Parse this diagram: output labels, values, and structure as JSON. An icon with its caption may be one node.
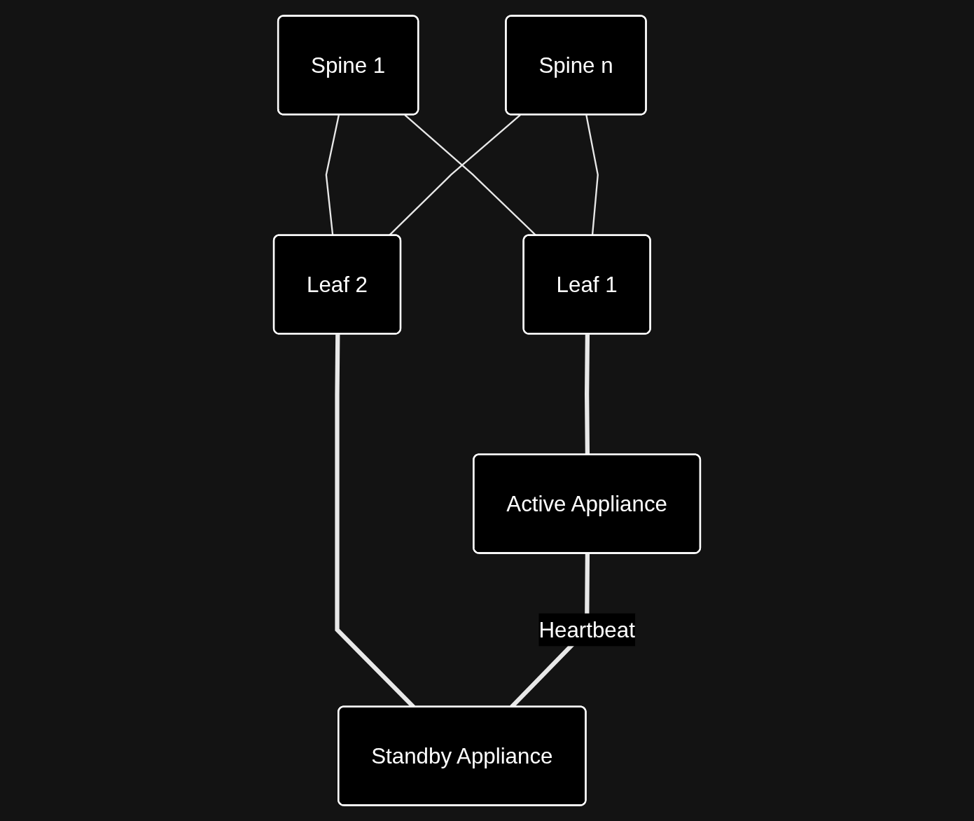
{
  "diagram": {
    "nodes": [
      {
        "text": [
          "Spine 1"
        ]
      },
      {
        "text": [
          "Spine n"
        ]
      },
      {
        "text": [
          "Leaf 1"
        ]
      },
      {
        "text": [
          "Leaf 2"
        ]
      },
      {
        "text": [
          "Active Appliance"
        ]
      },
      {
        "text": [
          "Standby Appliance"
        ]
      }
    ],
    "edges": [
      {
        "from": 0,
        "to": 2,
        "arrow": "none"
      },
      {
        "from": 0,
        "to": 3,
        "arrow": "none"
      },
      {
        "from": 1,
        "to": 2,
        "arrow": "none"
      },
      {
        "from": 1,
        "to": 3,
        "arrow": "none"
      },
      {
        "from": 2,
        "to": 4,
        "arrow": "none",
        "style": "thick"
      },
      {
        "from": 3,
        "to": 5,
        "arrow": "none",
        "style": "thick"
      },
      {
        "from": 4,
        "to": 5,
        "arrow": "none",
        "style": "thick",
        "label": "Heartbeat"
      }
    ]
  }
}
